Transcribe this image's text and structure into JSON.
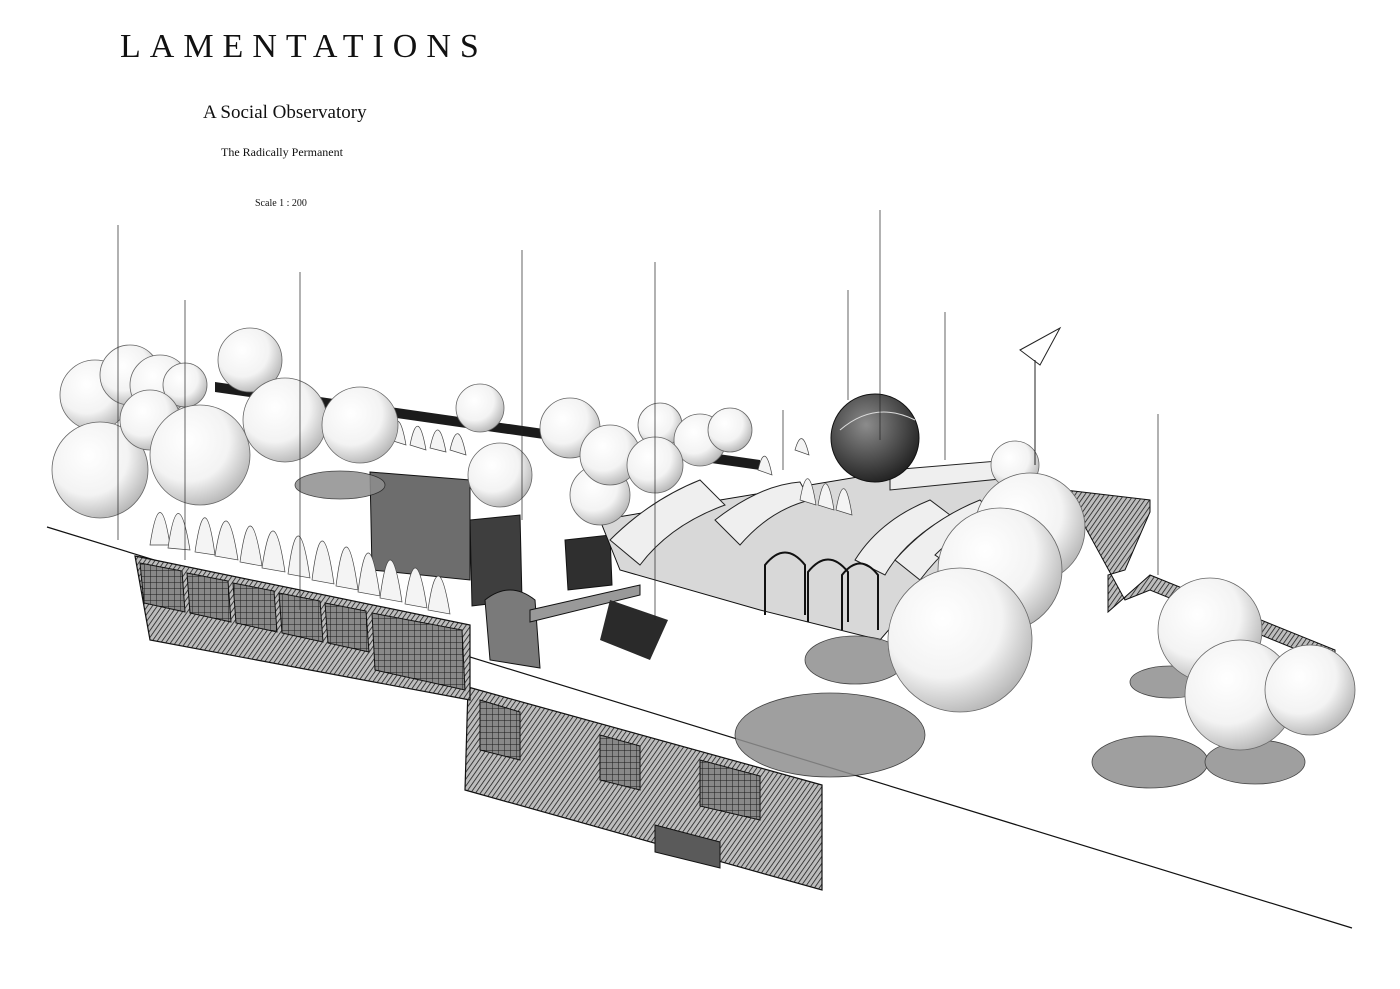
{
  "header": {
    "title": "LAMENTATIONS",
    "subtitle": "A Social Observatory",
    "tagline": "The Radically Permanent",
    "scale": "Scale 1 : 200"
  },
  "annotations": [
    {
      "label": "",
      "quote": ""
    },
    {
      "label": "",
      "quote": ""
    },
    {
      "label": "",
      "quote": ""
    },
    {
      "label": "",
      "quote": ""
    },
    {
      "label": "",
      "quote": ""
    },
    {
      "label": "",
      "quote": ""
    },
    {
      "label": "",
      "quote": ""
    },
    {
      "label": "",
      "quote": ""
    },
    {
      "label": "",
      "quote": ""
    },
    {
      "label": "",
      "quote": ""
    }
  ],
  "palette": {
    "ink": "#111111",
    "shade": "#3a3a3a",
    "paper": "#ffffff",
    "pale": "#e9e9e9"
  }
}
